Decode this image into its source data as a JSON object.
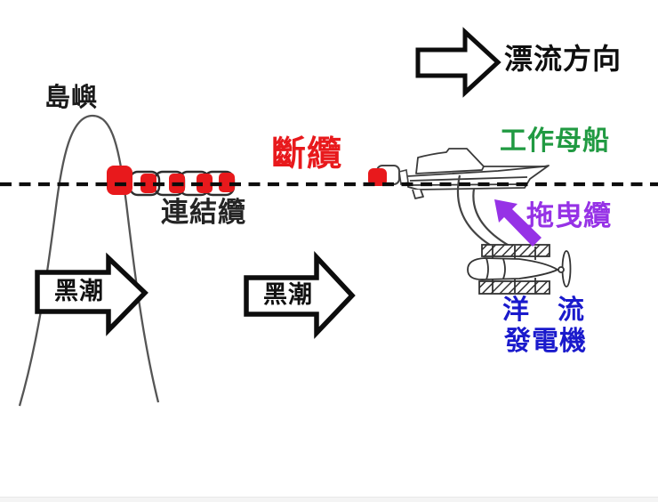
{
  "labels": {
    "island": "島嶼",
    "link_cable": "連結纜",
    "broken_cable": "斷纜",
    "drift_direction": "漂流方向",
    "work_mothership": "工作母船",
    "towing_cable": "拖曳纜",
    "generator_line1": "洋　流",
    "generator_line2": "發電機",
    "kuroshio_left": "黑潮",
    "kuroshio_middle": "黑潮"
  },
  "colors": {
    "broken_cable_red": "#e8191c",
    "mothership_green": "#219a42",
    "towing_cable_purple": "#9632e6",
    "generator_blue": "#1a1acc",
    "arrow_outline_black": "#0d0d0d",
    "sketch_gray": "#4a4a4a"
  }
}
